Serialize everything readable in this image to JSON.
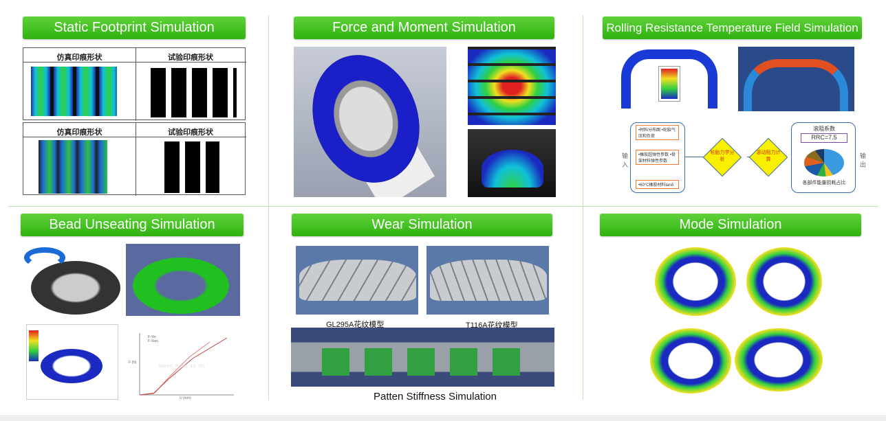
{
  "sections": {
    "static": {
      "title": "Static Footprint Simulation",
      "table": {
        "row1": [
          "仿真印痕形状",
          "试验印痕形状"
        ],
        "row2": [
          "仿真印痕形状",
          "试验印痕形状"
        ]
      }
    },
    "force": {
      "title": "Force and Moment Simulation"
    },
    "rolling": {
      "title": "Rolling Resistance Temperature Field Simulation",
      "flow": {
        "input_label": "输入",
        "output_label": "输出",
        "inputs": [
          "•材料分布图 •轮胎气压和负荷",
          "•橡胶超弹性参数 •骨架材料弹性参数",
          "•60°C橡胶材料tanδ"
        ],
        "step1": "轮胎力学分析",
        "step2": "滚动阻力计算",
        "coef_label": "滚阻系数",
        "rrc": "RRC=7.5",
        "pie_caption": "各部件能量损耗占比"
      }
    },
    "bead": {
      "title": "Bead Unseating Simulation",
      "chart": {
        "legend": [
          "F-Yin",
          "F-Xian"
        ],
        "xlabel": "U (mm)",
        "ylabel": "F (N)",
        "watermark": "Speed Mode is On"
      }
    },
    "wear": {
      "title": "Wear Simulation",
      "label_a": "GL295A花纹模型",
      "label_b": "T116A花纹模型",
      "caption": "Patten Stiffness Simulation"
    },
    "mode": {
      "title": "Mode Simulation"
    }
  },
  "colors": {
    "header": "#3cbf1a",
    "divider": "#bfe3b0"
  }
}
